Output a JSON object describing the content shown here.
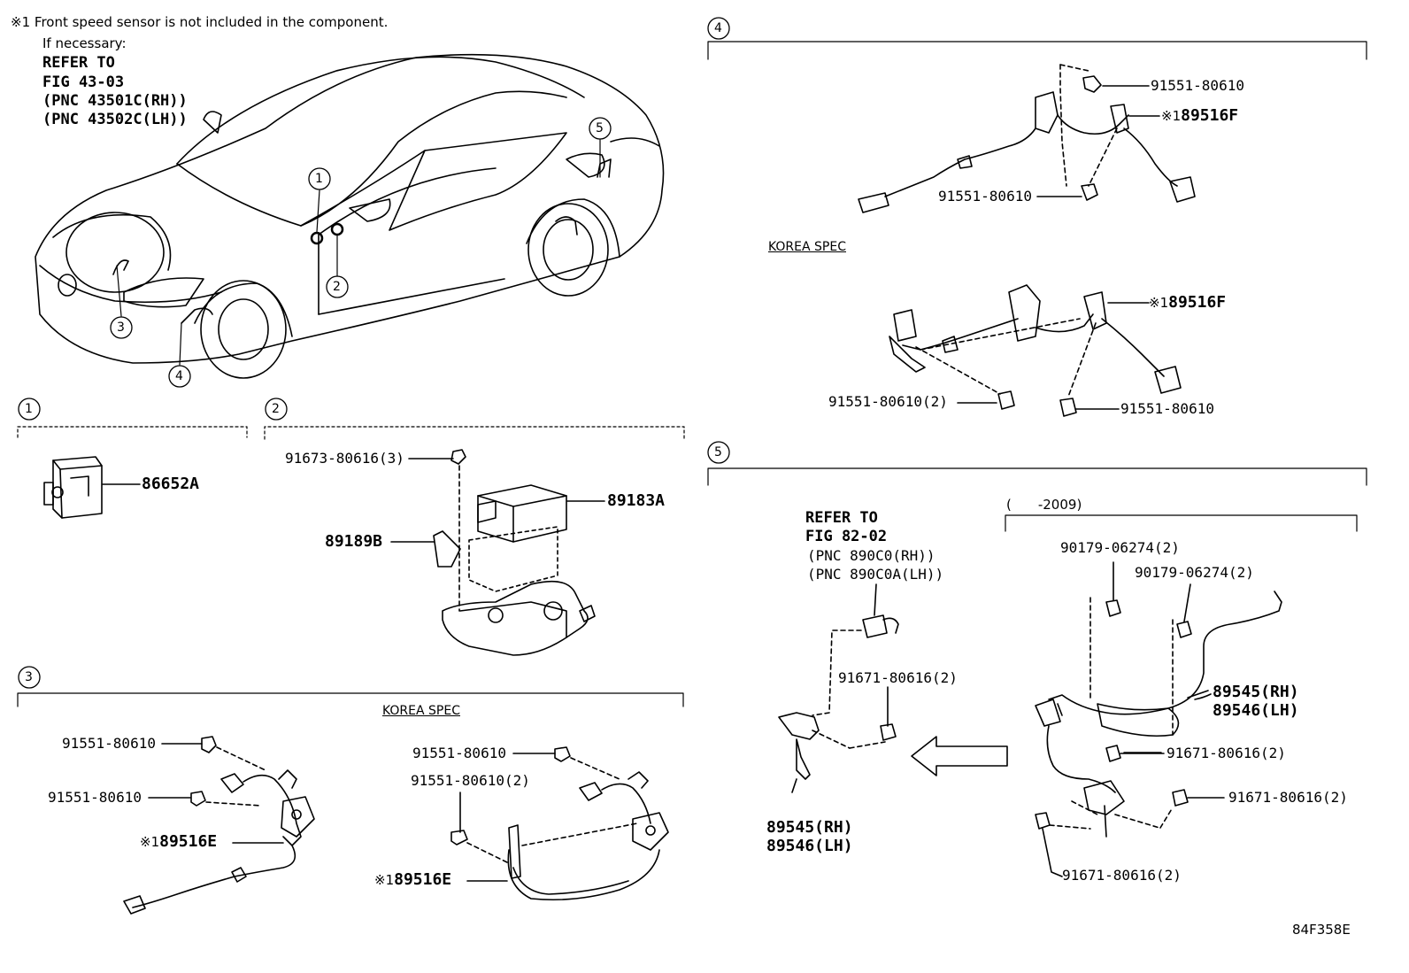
{
  "note": {
    "mark": "※1",
    "text": "Front speed sensor is not included in the component.",
    "if_necessary": "If necessary:",
    "refer": [
      "REFER TO",
      "FIG 43-03",
      "(PNC 43501C(RH))",
      "(PNC 43502C(LH))"
    ]
  },
  "callouts": [
    "1",
    "2",
    "3",
    "4",
    "5"
  ],
  "section1": {
    "num": "1",
    "parts": [
      "86652A"
    ]
  },
  "section2": {
    "num": "2",
    "parts": [
      "91673-80616(3)",
      "89183A",
      "89189B"
    ]
  },
  "section3": {
    "num": "3",
    "korea_spec": "KOREA SPEC",
    "left": {
      "bolt1": "91551-80610",
      "bolt2": "91551-80610",
      "mark": "※1",
      "sensor": "89516E"
    },
    "right": {
      "bolt1": "91551-80610",
      "bolt2": "91551-80610(2)",
      "mark": "※1",
      "sensor": "89516E"
    }
  },
  "section4": {
    "num": "4",
    "korea_spec": "KOREA SPEC",
    "top": {
      "bolt1": "91551-80610",
      "mark": "※1",
      "sensor": "89516F",
      "bolt2": "91551-80610"
    },
    "korea": {
      "mark": "※1",
      "sensor": "89516F",
      "bolt1": "91551-80610(2)",
      "bolt2": "91551-80610"
    }
  },
  "section5": {
    "num": "5",
    "refer": [
      "REFER TO",
      "FIG 82-02",
      "(PNC 890C0(RH))",
      "(PNC 890C0A(LH))"
    ],
    "left_bolt": "91671-80616(2)",
    "left_sensor": [
      "89545(RH)",
      "89546(LH)"
    ],
    "range": "(　　-2009)",
    "right": {
      "nut1": "90179-06274(2)",
      "nut2": "90179-06274(2)",
      "sensor": [
        "89545(RH)",
        "89546(LH)"
      ],
      "bolt1": "91671-80616(2)",
      "bolt2": "91671-80616(2)",
      "bolt3": "91671-80616(2)"
    }
  },
  "illustration_id": "84F358E"
}
